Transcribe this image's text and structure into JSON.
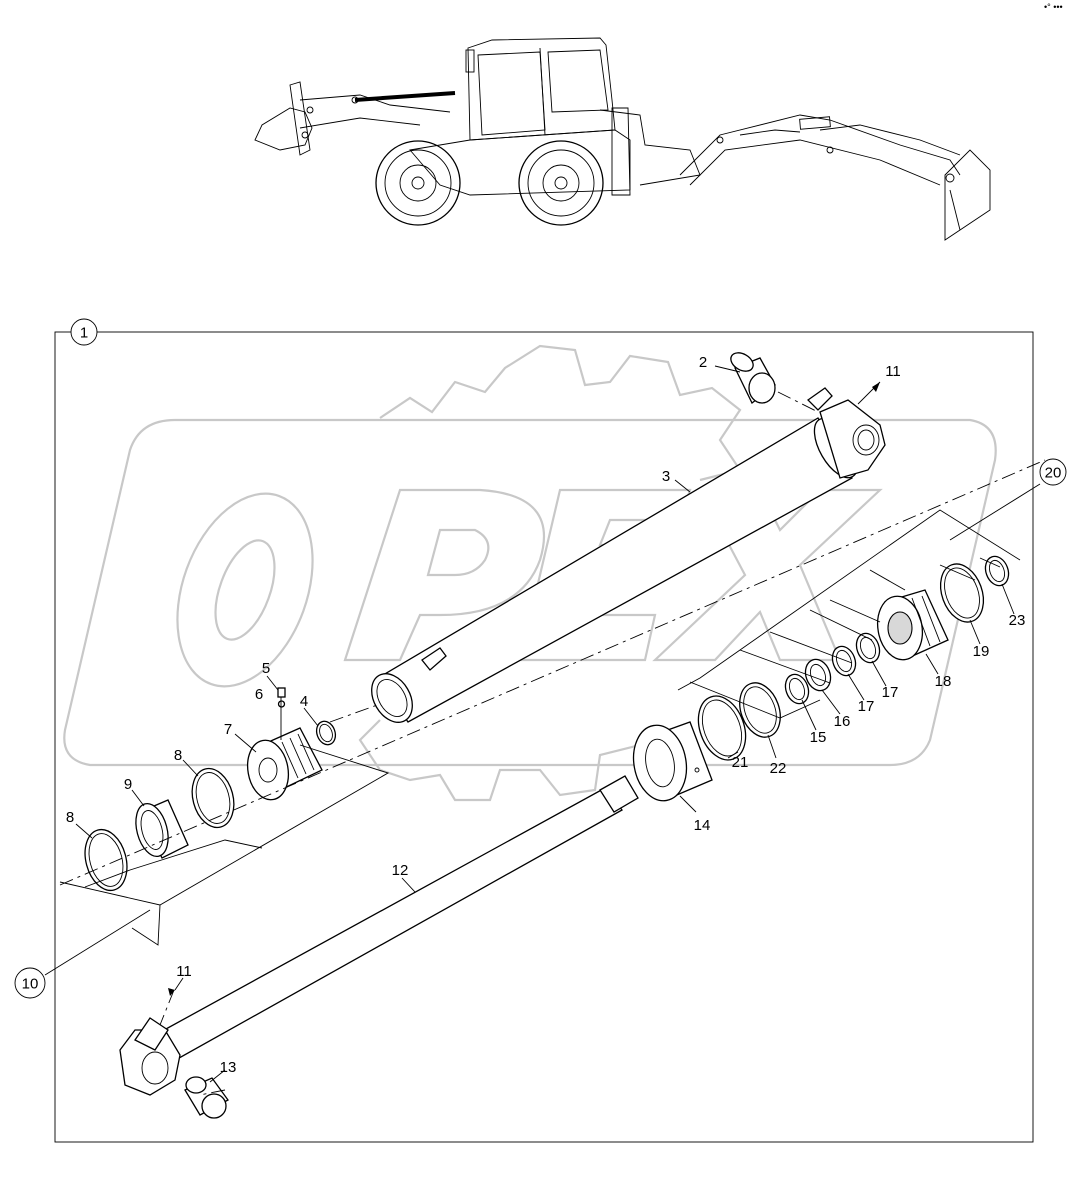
{
  "corner_mark": "•° •••",
  "watermark": {
    "text": "OPEX"
  },
  "callouts": {
    "c1": "1",
    "c2": "2",
    "c3": "3",
    "c4": "4",
    "c5": "5",
    "c6": "6",
    "c7": "7",
    "c8a": "8",
    "c8b": "8",
    "c9": "9",
    "c10": "10",
    "c11a": "11",
    "c11b": "11",
    "c12": "12",
    "c13": "13",
    "c14": "14",
    "c15": "15",
    "c16": "16",
    "c17a": "17",
    "c17b": "17",
    "c18": "18",
    "c19": "19",
    "c20": "20",
    "c21": "21",
    "c22": "22",
    "c23": "23"
  }
}
